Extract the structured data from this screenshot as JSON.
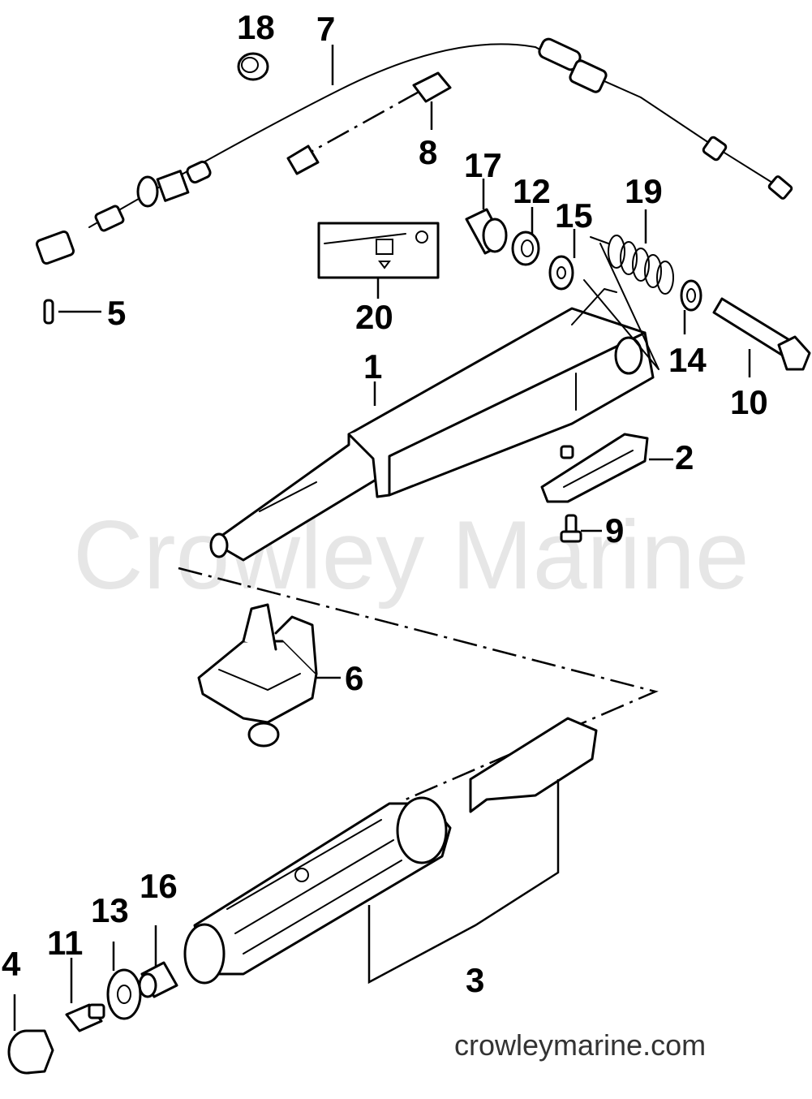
{
  "watermark": "Crowley Marine",
  "site_url": "crowleymarine.com",
  "callouts": {
    "c1": "1",
    "c2": "2",
    "c3": "3",
    "c4": "4",
    "c5": "5",
    "c6": "6",
    "c7": "7",
    "c8": "8",
    "c9": "9",
    "c10": "10",
    "c11": "11",
    "c12": "12",
    "c13": "13",
    "c14": "14",
    "c15": "15",
    "c16": "16",
    "c17": "17",
    "c18": "18",
    "c19": "19",
    "c20": "20"
  }
}
